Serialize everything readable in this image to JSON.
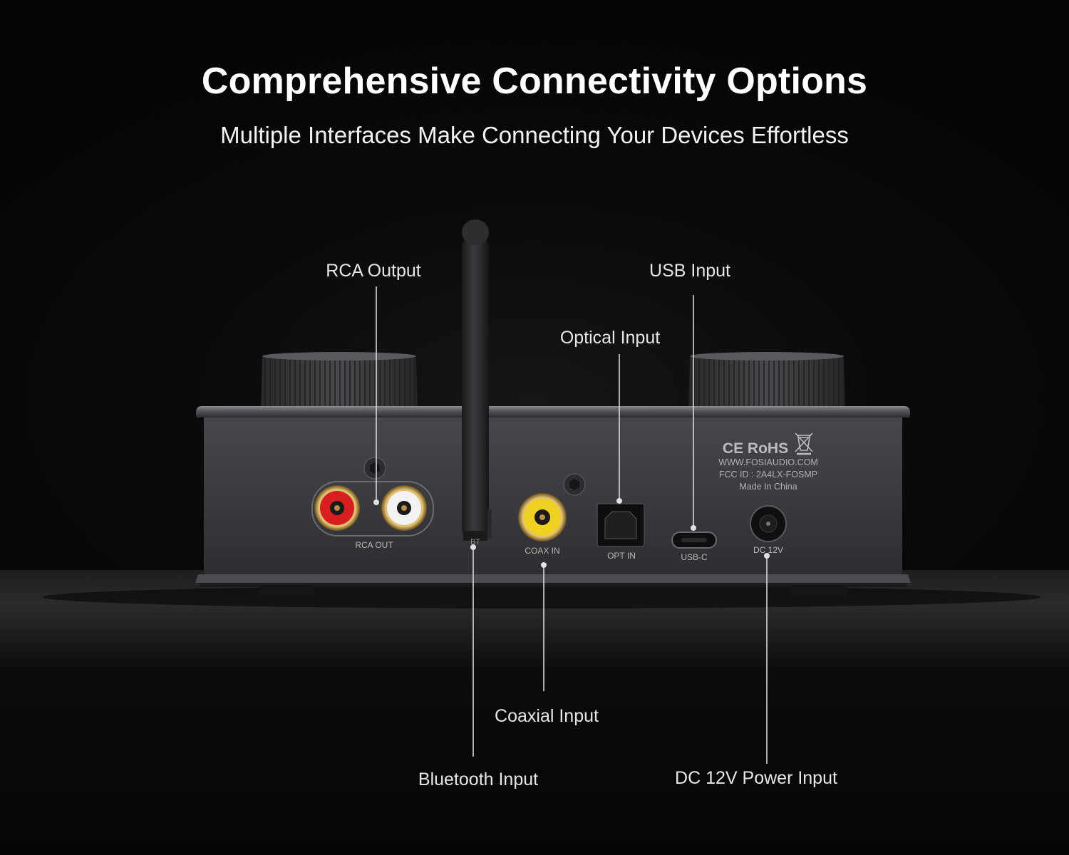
{
  "headline": "Comprehensive Connectivity Options",
  "subheadline": "Multiple Interfaces Make Connecting Your Devices Effortless",
  "callouts": {
    "rca_output": "RCA Output",
    "usb_input": "USB Input",
    "optical_input": "Optical Input",
    "coaxial_input": "Coaxial Input",
    "bluetooth_input": "Bluetooth Input",
    "dc_power_input": "DC 12V Power Input"
  },
  "device_labels": {
    "rca_out": "RCA OUT",
    "bt": "BT",
    "coax_in": "COAX IN",
    "opt_in": "OPT IN",
    "usb_c": "USB-C",
    "dc_12v": "DC 12V",
    "cert_marks": "CE RoHS",
    "website": "WWW.FOSIAUDIO.COM",
    "fcc_id": "FCC ID : 2A4LX-FOSMP",
    "origin": "Made In China"
  },
  "colors": {
    "background": "#050505",
    "text": "#ffffff",
    "leader_line": "#d9d9d9",
    "chassis": "#3a3c40",
    "rca_red": "#d81e1e",
    "rca_white": "#f2f2f2",
    "coax_yellow": "#f0d020"
  },
  "icons": [
    "weee-bin-icon",
    "ce-mark-icon"
  ]
}
